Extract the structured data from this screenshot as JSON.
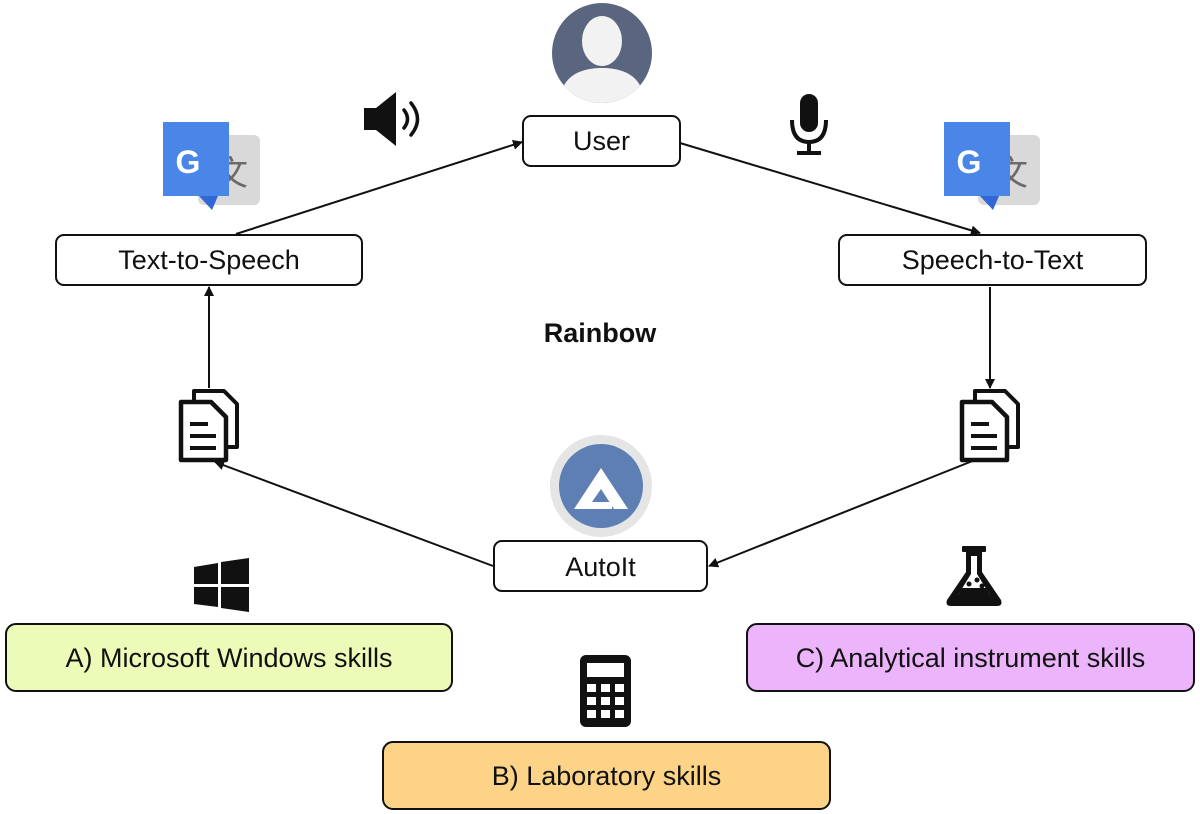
{
  "diagram": {
    "center_label": "Rainbow",
    "nodes": {
      "user": "User",
      "text_to_speech": "Text-to-Speech",
      "speech_to_text": "Speech-to-Text",
      "autoit": "AutoIt"
    },
    "skills": {
      "windows": "A) Microsoft Windows skills",
      "laboratory": "B) Laboratory skills",
      "analytical": "C) Analytical instrument skills"
    },
    "google_translate_logo_letters": [
      "G",
      "文"
    ],
    "icons": [
      "user-avatar-icon",
      "speaker-icon",
      "microphone-icon",
      "google-translate-icon",
      "document-icon",
      "autoit-logo-icon",
      "windows-logo-icon",
      "calculator-icon",
      "flask-icon"
    ],
    "colors": {
      "node_fill": "#ffffff",
      "node_stroke": "#111111",
      "skill_windows_fill": "#ecfbb8",
      "skill_laboratory_fill": "#fdd487",
      "skill_analytical_fill": "#ebb4fb",
      "avatar_bg": "#5a6580",
      "autoit_blue": "#5d7fb3",
      "google_blue": "#4a86e8",
      "google_gray": "#d9d9d9"
    }
  }
}
